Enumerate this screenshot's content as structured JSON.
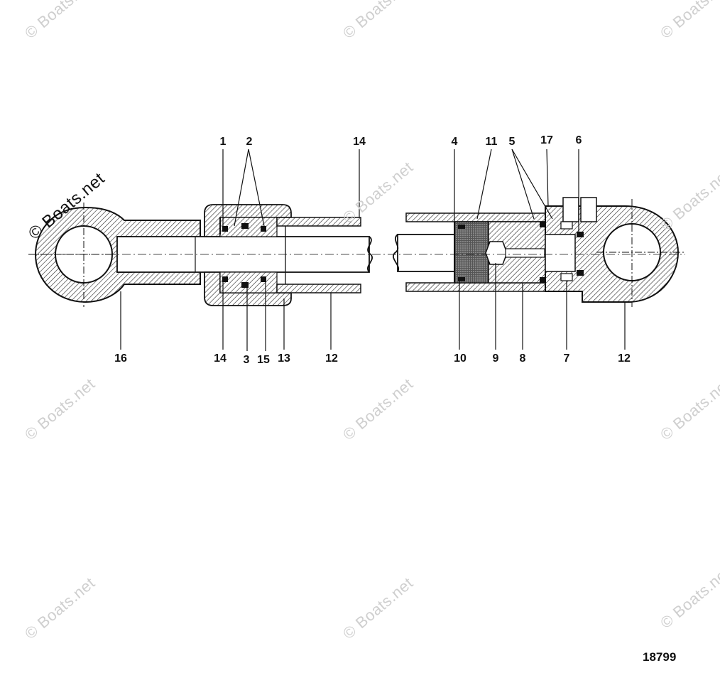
{
  "watermark": {
    "text": "© Boats.net",
    "repeats": [
      "© Boats.net",
      "© Boats.net",
      "© Boats.net",
      "© Boats.net",
      "© Boats.net",
      "© Boats.net",
      "© Boats.net",
      "© Boats.net",
      "© Boats.net",
      "© Boats.net",
      "© Boats.net",
      "© Boats.net"
    ]
  },
  "figure_number": "18799",
  "callouts": {
    "top_left": [
      "1",
      "2",
      "14"
    ],
    "top_right": [
      "4",
      "11",
      "5",
      "17",
      "6"
    ],
    "bottom_left": [
      "16",
      "14",
      "3",
      "15",
      "13",
      "12"
    ],
    "bottom_right": [
      "10",
      "9",
      "8",
      "7",
      "12"
    ]
  }
}
